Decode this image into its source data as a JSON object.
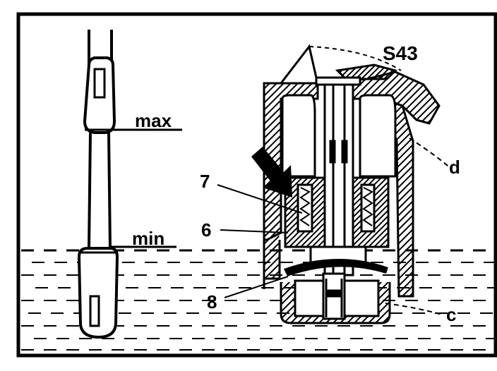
{
  "figure": {
    "labels": {
      "max": "max",
      "min": "min",
      "figure_code": "S43",
      "seven": "7",
      "six": "6",
      "eight": "8",
      "d": "d",
      "c": "c"
    },
    "colors": {
      "ink": "#000000",
      "paper": "#ffffff"
    }
  }
}
